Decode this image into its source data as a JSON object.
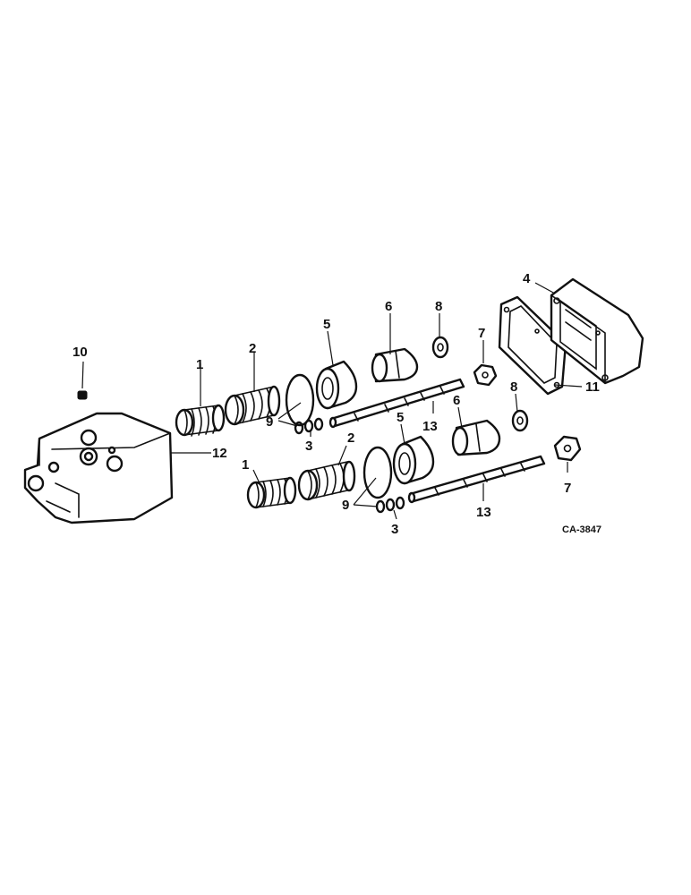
{
  "labels": {
    "l1a": "1",
    "l1b": "1",
    "l2a": "2",
    "l2b": "2",
    "l3a": "3",
    "l3b": "3",
    "l4": "4",
    "l5a": "5",
    "l5b": "5",
    "l6a": "6",
    "l6b": "6",
    "l7a": "7",
    "l7b": "7",
    "l8a": "8",
    "l8b": "8",
    "l9a": "9",
    "l9b": "9",
    "l10": "10",
    "l11": "11",
    "l12": "12",
    "l13a": "13",
    "l13b": "13"
  },
  "drawing_code": "CA-3847"
}
